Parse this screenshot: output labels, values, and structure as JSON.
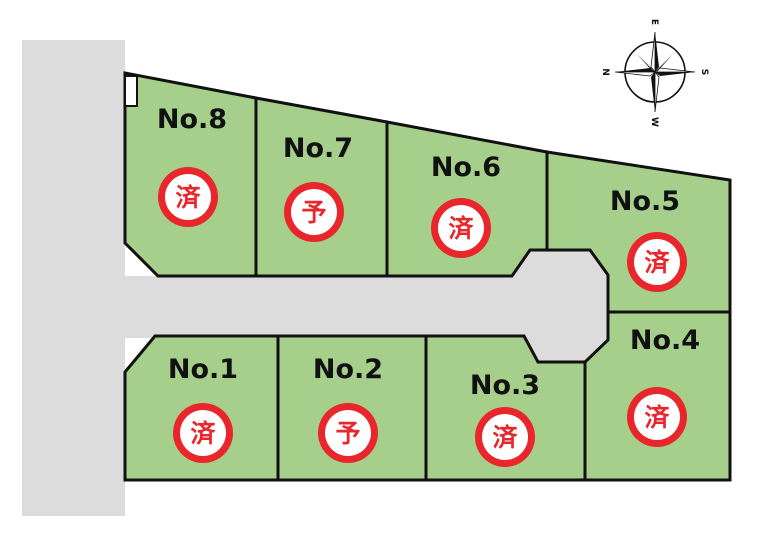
{
  "colors": {
    "lot_fill": "#a6cf8c",
    "road_fill": "#dcdcdc",
    "outline": "#111111",
    "badge_red": "#e8262b",
    "badge_fill": "#ffffff"
  },
  "compass": {
    "north": "N",
    "south": "S",
    "east": "E",
    "west": "W"
  },
  "lots": [
    {
      "id": "lot-1",
      "label": "No.1",
      "status": "済"
    },
    {
      "id": "lot-2",
      "label": "No.2",
      "status": "予"
    },
    {
      "id": "lot-3",
      "label": "No.3",
      "status": "済"
    },
    {
      "id": "lot-4",
      "label": "No.4",
      "status": "済"
    },
    {
      "id": "lot-5",
      "label": "No.5",
      "status": "済"
    },
    {
      "id": "lot-6",
      "label": "No.6",
      "status": "済"
    },
    {
      "id": "lot-7",
      "label": "No.7",
      "status": "予"
    },
    {
      "id": "lot-8",
      "label": "No.8",
      "status": "済"
    }
  ]
}
